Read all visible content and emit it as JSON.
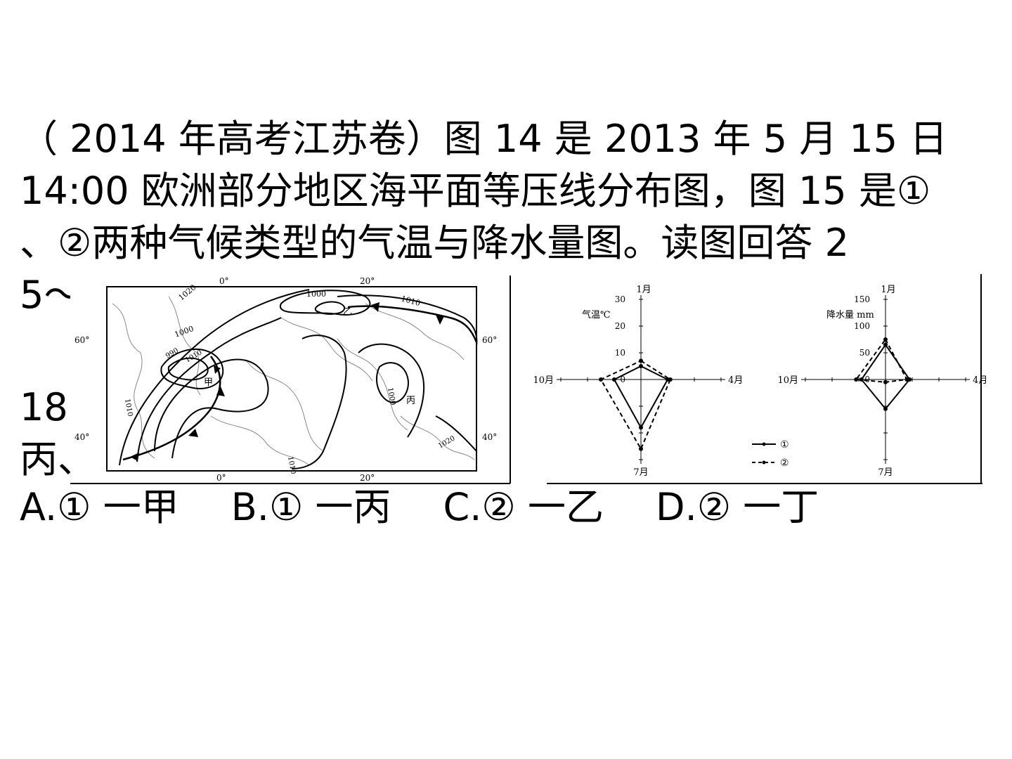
{
  "question": {
    "line1": "（ 2014 年高考江苏卷）图 14 是 2013 年 5 月 15 日",
    "line2": "14:00 欧洲部分地区海平面等压线分布图，图 15 是①",
    "line3": "、②两种气候类型的气温与降水量图。读图回答 2",
    "line4": "5～",
    "line5": "18",
    "line6": "丙、",
    "options": [
      "A.① 一甲",
      "B.① 一丙",
      "C.② 一乙",
      "D.② 一丁"
    ]
  },
  "map": {
    "lon_labels": [
      "0°",
      "20°",
      "0°",
      "20°"
    ],
    "lat_labels": [
      "60°",
      "40°",
      "60°",
      "40°"
    ],
    "isobar_labels": [
      "1020",
      "1000",
      "1010",
      "1000",
      "990",
      "1010",
      "1000",
      "1010",
      "1010",
      "1020"
    ],
    "place_labels": [
      "甲",
      "乙",
      "丙"
    ]
  },
  "climate_charts": {
    "temperature": {
      "title": "气温℃",
      "month_labels": {
        "top": "1月",
        "right": "4月",
        "bottom": "7月",
        "left": "10月"
      },
      "ticks": [
        "30",
        "20",
        "10",
        "0"
      ]
    },
    "precipitation": {
      "title": "降水量 mm",
      "month_labels": {
        "top": "1月",
        "right": "4月",
        "bottom": "7月",
        "left": "10月"
      },
      "ticks": [
        "150",
        "100",
        "50",
        "0"
      ]
    },
    "legend": [
      "①",
      "②"
    ]
  },
  "chart_data": [
    {
      "type": "radar",
      "title": "气温℃",
      "categories": [
        "1月",
        "4月",
        "7月",
        "10月"
      ],
      "rlim": [
        0,
        30
      ],
      "series": [
        {
          "name": "①",
          "values": [
            5,
            10,
            18,
            10
          ]
        },
        {
          "name": "②",
          "values": [
            7,
            11,
            26,
            15
          ]
        }
      ]
    },
    {
      "type": "radar",
      "title": "降水量 mm",
      "categories": [
        "1月",
        "4月",
        "7月",
        "10月"
      ],
      "rlim": [
        0,
        150
      ],
      "series": [
        {
          "name": "①",
          "values": [
            65,
            45,
            55,
            45
          ]
        },
        {
          "name": "②",
          "values": [
            75,
            40,
            5,
            55
          ]
        }
      ]
    }
  ]
}
